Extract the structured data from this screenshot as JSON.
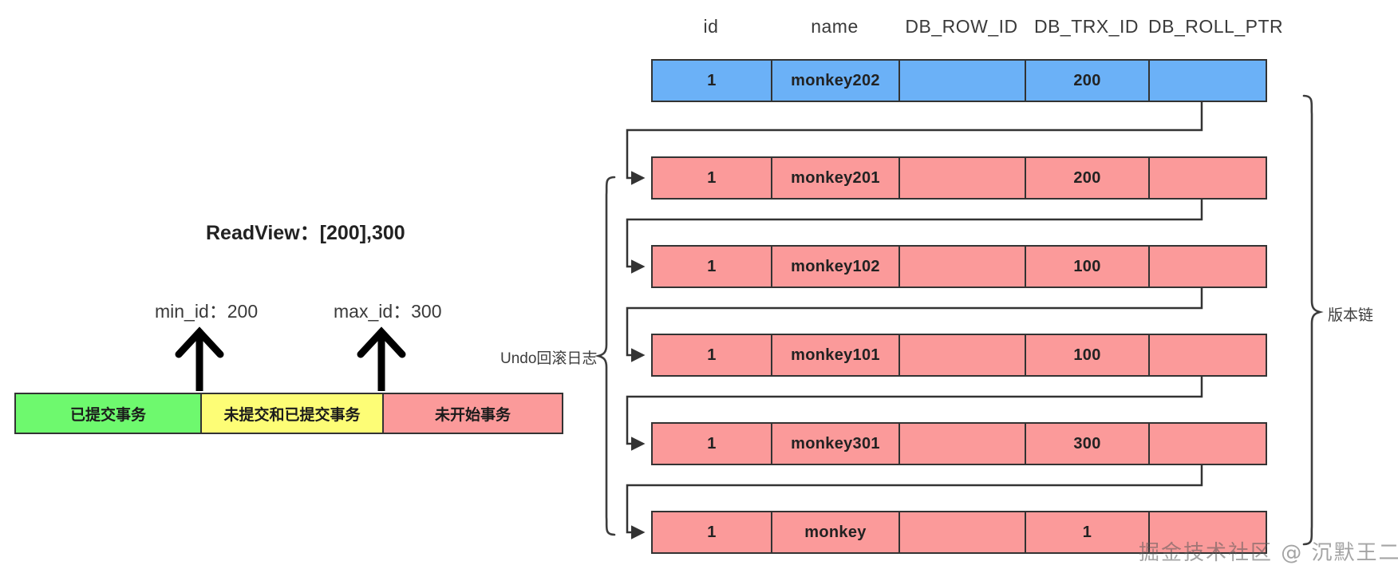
{
  "diagram": {
    "title_watermark": "掘金技术社区 @ 沉默王二",
    "colors": {
      "current_row": "#6BB1F7",
      "undo_row": "#FB9A9A",
      "committed": "#6EF96E",
      "mixed": "#FDFD76",
      "not_started": "#FB9A9A",
      "line": "#333333"
    }
  },
  "version_chain": {
    "columns": [
      "id",
      "name",
      "DB_ROW_ID",
      "DB_TRX_ID",
      "DB_ROLL_PTR"
    ],
    "brace_label": "版本链",
    "rows": [
      {
        "id": "1",
        "name": "monkey202",
        "db_row_id": "",
        "db_trx_id": "200",
        "db_roll_ptr": "",
        "kind": "current"
      },
      {
        "id": "1",
        "name": "monkey201",
        "db_row_id": "",
        "db_trx_id": "200",
        "db_roll_ptr": "",
        "kind": "undo"
      },
      {
        "id": "1",
        "name": "monkey102",
        "db_row_id": "",
        "db_trx_id": "100",
        "db_roll_ptr": "",
        "kind": "undo"
      },
      {
        "id": "1",
        "name": "monkey101",
        "db_row_id": "",
        "db_trx_id": "100",
        "db_roll_ptr": "",
        "kind": "undo"
      },
      {
        "id": "1",
        "name": "monkey301",
        "db_row_id": "",
        "db_trx_id": "300",
        "db_roll_ptr": "",
        "kind": "undo"
      },
      {
        "id": "1",
        "name": "monkey",
        "db_row_id": "",
        "db_trx_id": "1",
        "db_roll_ptr": "",
        "kind": "undo"
      }
    ]
  },
  "undo_log": {
    "label": "Undo回滚日志"
  },
  "readview": {
    "label": "ReadView：[200],300",
    "min_id_label": "min_id：200",
    "max_id_label": "max_id：300",
    "segments": [
      {
        "label": "已提交事务",
        "color": "#6EF96E"
      },
      {
        "label": "未提交和已提交事务",
        "color": "#FDFD76"
      },
      {
        "label": "未开始事务",
        "color": "#FB9A9A"
      }
    ]
  }
}
